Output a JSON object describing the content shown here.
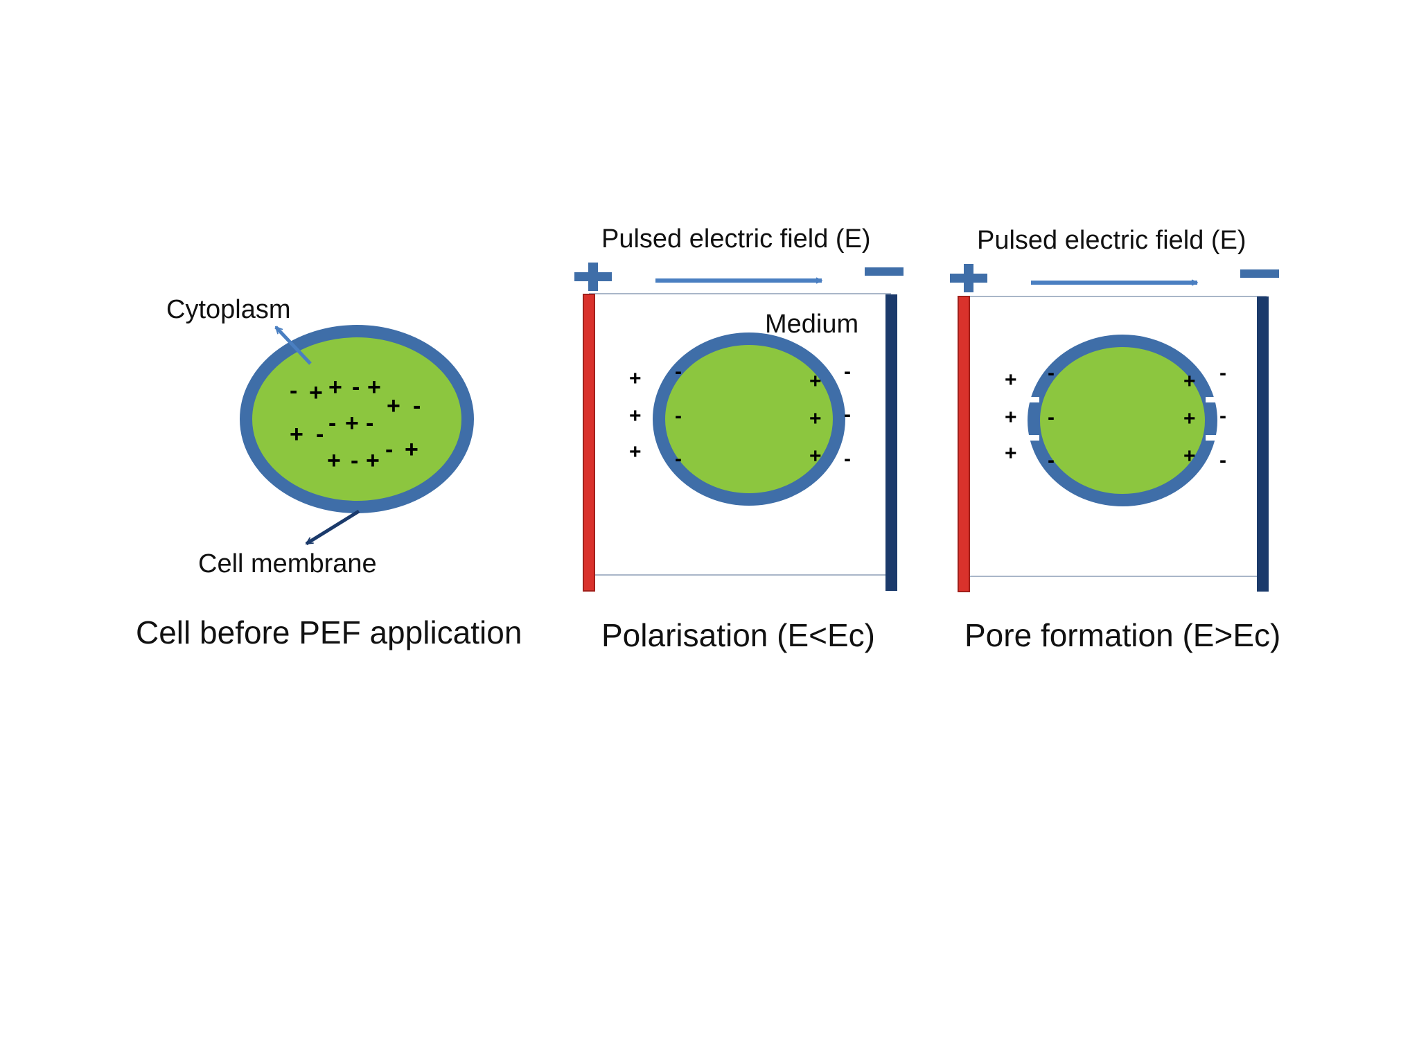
{
  "colors": {
    "cell_fill": "#8cc63f",
    "membrane": "#3f6ea8",
    "positive_electrode": "#d9322c",
    "negative_electrode": "#1b3a6b",
    "field_arrow": "#4a7fc1",
    "box_line": "#a9b6c8"
  },
  "panel1": {
    "cytoplasm_label": "Cytoplasm",
    "membrane_label": "Cell membrane",
    "caption": "Cell before PEF application",
    "charges": [
      "-",
      "+",
      "+",
      "-",
      "+",
      "+",
      "-",
      "+",
      "-",
      "-",
      "+",
      "-",
      "+",
      "-",
      "+",
      "-",
      "+"
    ]
  },
  "panel2": {
    "field_label": "Pulsed electric field (E)",
    "medium_label": "Medium",
    "caption": "Polarisation  (E<Ec)",
    "plus_sign": "+",
    "minus_sign": "-"
  },
  "panel3": {
    "field_label": "Pulsed electric field (E)",
    "caption": "Pore formation  (E>Ec)",
    "plus_sign": "+",
    "minus_sign": "-"
  }
}
